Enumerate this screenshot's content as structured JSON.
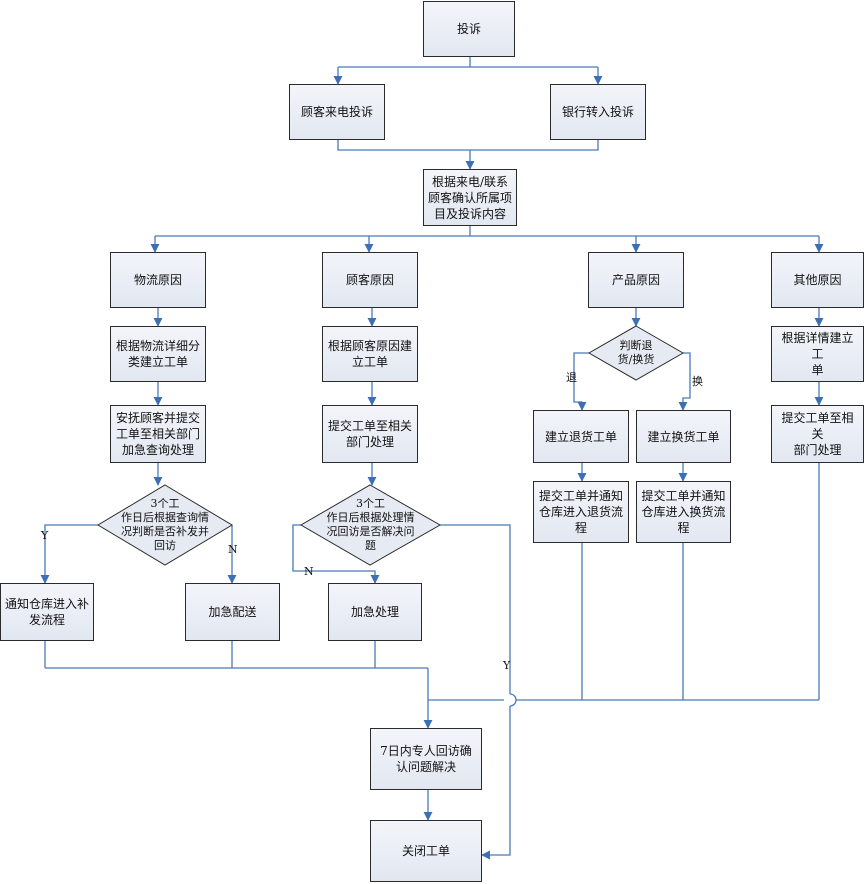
{
  "nodes": {
    "complaint": "投诉",
    "customer_call": "顾客来电投诉",
    "bank_transfer": "银行转入投诉",
    "confirm": "根据来电/联系\n顾客确认所属项\n目及投诉内容",
    "logistics": "物流原因",
    "customer_reason": "顾客原因",
    "product_reason": "产品原因",
    "other_reason": "其他原因",
    "logistics_ticket": "根据物流详细分\n类建立工单",
    "customer_ticket": "根据顾客原因建\n立工单",
    "other_ticket": "根据详情建立工\n单",
    "logistics_submit": "安抚顾客并提交\n工单至相关部门\n加急查询处理",
    "customer_submit": "提交工单至相关\n部门处理",
    "other_submit": "提交工单至相关\n部门处理",
    "product_decision": "判断退\n货/换货",
    "return_ticket": "建立退货工单",
    "exchange_ticket": "建立换货工单",
    "return_submit": "提交工单并通知\n仓库进入退货流\n程",
    "exchange_submit": "提交工单并通知\n仓库进入换货流\n程",
    "logistics_decision": "3个工\n作日后根据查询情\n况判断是否补发并\n回访",
    "customer_decision": "3个工\n作日后根据处理情\n况回访是否解决问\n题",
    "warehouse_resend": "通知仓库进入补\n发流程",
    "urgent_delivery": "加急配送",
    "urgent_handle": "加急处理",
    "followup": "7日内专人回访确\n认问题解决",
    "close": "关闭工单"
  },
  "labels": {
    "yes": "Y",
    "no": "N",
    "return": "退",
    "exchange": "换"
  }
}
